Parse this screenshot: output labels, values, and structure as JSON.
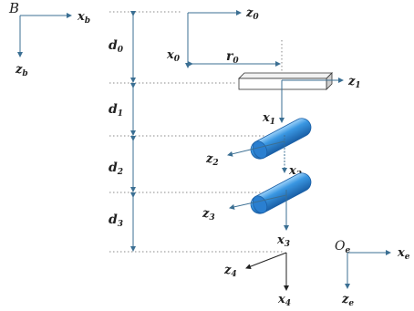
{
  "frames": {
    "base": {
      "origin": "B",
      "x": "x",
      "x_sub": "b",
      "z": "z",
      "z_sub": "b"
    },
    "f0": {
      "z": "z",
      "z_sub": "0",
      "x": "x",
      "x_sub": "0"
    },
    "f1": {
      "z": "z",
      "z_sub": "1",
      "x": "x",
      "x_sub": "1"
    },
    "f2": {
      "z": "z",
      "z_sub": "2",
      "x": "x",
      "x_sub": "2"
    },
    "f3": {
      "z": "z",
      "z_sub": "3",
      "x": "x",
      "x_sub": "3"
    },
    "f4": {
      "z": "z",
      "z_sub": "4",
      "x": "x",
      "x_sub": "4"
    },
    "end": {
      "origin": "O",
      "origin_sub": "e",
      "x": "x",
      "x_sub": "e",
      "z": "z",
      "z_sub": "e"
    }
  },
  "dims": {
    "d0": {
      "base": "d",
      "sub": "0"
    },
    "d1": {
      "base": "d",
      "sub": "1"
    },
    "d2": {
      "base": "d",
      "sub": "2"
    },
    "d3": {
      "base": "d",
      "sub": "3"
    },
    "r0": {
      "base": "r",
      "sub": "0"
    }
  },
  "colors": {
    "axis": "#3b6f93",
    "dim": "#3b6f93",
    "guide": "#8a8a8a",
    "cyl_fill": "#2b86d6",
    "cyl_light": "#7cc0f2",
    "prism_stroke": "#333333"
  }
}
